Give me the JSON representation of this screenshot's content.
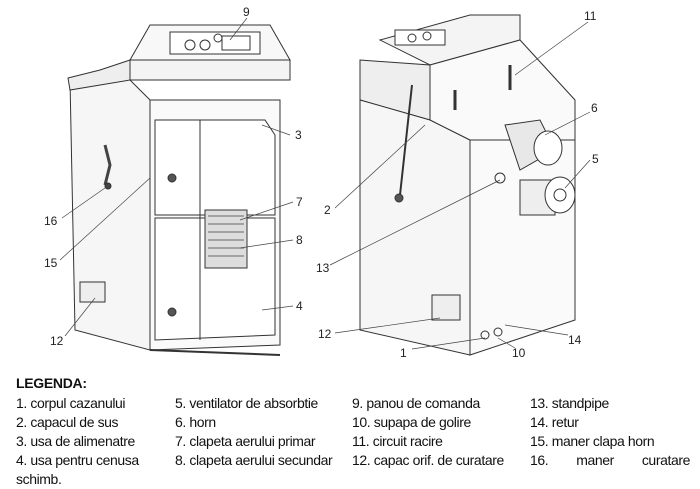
{
  "callouts_left": [
    "9",
    "3",
    "7",
    "8",
    "4",
    "16",
    "15",
    "12"
  ],
  "callouts_right": [
    "11",
    "6",
    "5",
    "2",
    "13",
    "12",
    "1",
    "10",
    "14"
  ],
  "legend": {
    "title": "LEGENDA:",
    "items": [
      "1. corpul cazanului",
      "2. capacul de sus",
      "3. usa de alimenatre",
      "4. usa pentru cenusa",
      "5. ventilator de absorbtie",
      "6. horn",
      "7. clapeta aerului primar",
      "8. clapeta aerului secundar",
      "9. panou de comanda",
      "10. supapa de golire",
      "11. circuit racire",
      "12. capac orif. de curatare",
      "13. standpipe",
      "14. retur",
      "15. maner clapa horn"
    ],
    "item16_num": "16.",
    "item16_a": "maner",
    "item16_b": "curatare",
    "item16_cont": "schimb."
  }
}
